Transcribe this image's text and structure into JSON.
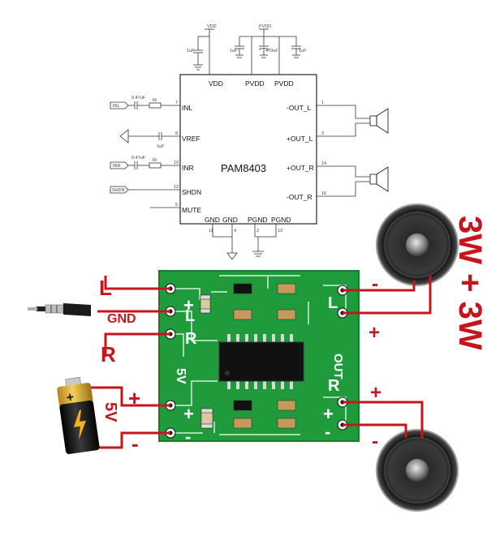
{
  "schematic": {
    "chip_name": "PAM8403",
    "top_pins": [
      "VDD",
      "PVDD",
      "PVDD"
    ],
    "top_rails": [
      "VDD",
      "PVDD"
    ],
    "left_pins": [
      "INL",
      "VREF",
      "INR",
      "SHDN",
      "MUTE"
    ],
    "right_pins": [
      "-OUT_L",
      "+OUT_L",
      "+OUT_R",
      "-OUT_R"
    ],
    "bottom_pins": [
      "GND",
      "GND",
      "PGND",
      "PGND"
    ],
    "inputs": [
      "INL",
      "INR",
      "SHDN"
    ],
    "cap_labels": [
      "1uF",
      "1uF",
      "470uF",
      "1uF",
      "0.47uF",
      "0.47uF",
      "1uF"
    ],
    "resistor_labels": [
      "Ri",
      "Ri"
    ],
    "pin_numbers": {
      "inl": "7",
      "vref": "8",
      "inr": "10",
      "shdn": "12",
      "mute": "5",
      "out_l_neg": "1",
      "out_l_pos": "3",
      "out_r_pos": "14",
      "out_r_neg": "16",
      "gnd1": "11",
      "gnd2": "4",
      "pgnd1": "2",
      "pgnd2": "13"
    }
  },
  "wiring": {
    "input_letters": [
      "L",
      "R"
    ],
    "gnd_label": "GND",
    "supply_label": "5V",
    "plus_sign": "+",
    "minus_sign": "-",
    "power_label": "3W + 3W"
  },
  "board": {
    "side_labels": [
      "L",
      "R"
    ],
    "supply_label": "5V",
    "out_label": "OUT",
    "plus": "+",
    "minus": "-"
  },
  "colors": {
    "pcb": "#1f9b3b",
    "wire_red": "#c4161c",
    "label_red": "#c4161c",
    "battery_gold": "#e2b33a",
    "battery_black": "#1b1b1b"
  }
}
